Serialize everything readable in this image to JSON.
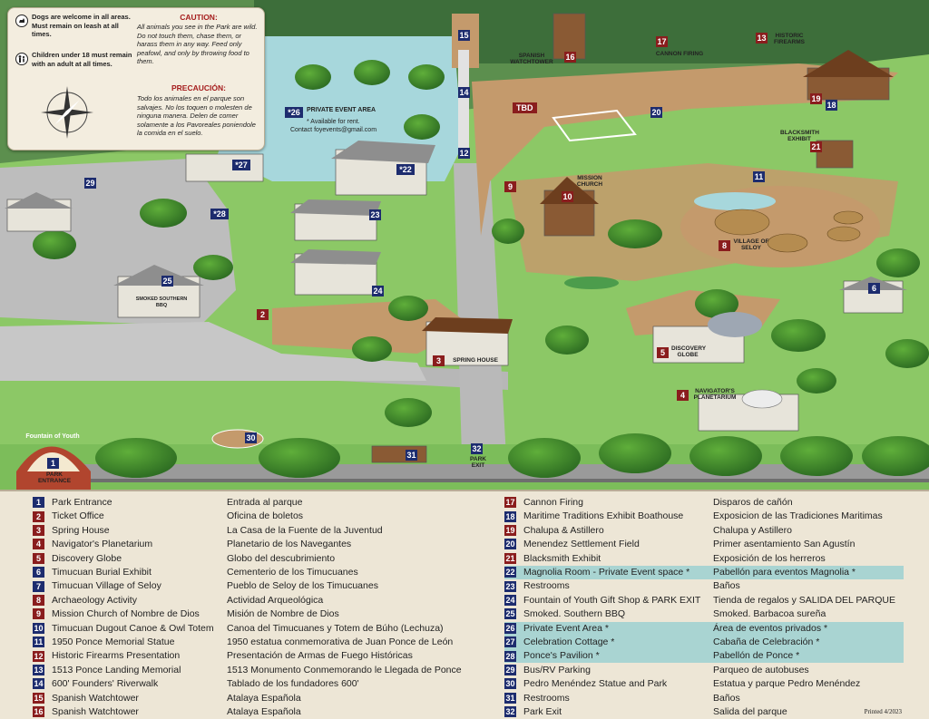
{
  "colors": {
    "grass": "#7cbd5a",
    "water": "#a7d7dc",
    "path": "#c49a6c",
    "road": "#b7b7b7",
    "blue_badge": "#1d2c6e",
    "red_badge": "#8a1d1d",
    "highlight": "#a9d4d2"
  },
  "info": {
    "dogs": "Dogs are welcome in all areas. Must remain on leash at all times.",
    "children": "Children under 18 must remain with an adult at all times.",
    "caution_title": "CAUTION:",
    "caution_text": "All animals you see in the Park are wild. Do not touch them, chase them, or harass them in any way. Feed only peafowl, and only by throwing food to them.",
    "precaucion_title": "PRECAUCIÓN:",
    "precaucion_text": "Todo los animales en el parque son salvajes. No los toquen o molesten de ninguna manera. Delen de comer solamente a los Pavoreales poniendole la comida en el suelo.",
    "dog_icon": "dog-icon",
    "child_icon": "child-icon",
    "compass": "compass-rose-icon"
  },
  "map_labels": {
    "private_event": "PRIVATE EVENT AREA",
    "available": "* Available for rent.",
    "contact": "Contact foyevents@gmail.com",
    "tbd": "TBD",
    "spanish_watchtower": "SPANISH WATCHTOWER",
    "cannon_firing": "CANNON FIRING",
    "historic_firearms": "HISTORIC FIREARMS",
    "blacksmith": "BLACKSMITH EXHIBIT",
    "mission_church": "MISSION CHURCH",
    "village": "VILLAGE OF SELOY",
    "discovery_globe": "DISCOVERY GLOBE",
    "planetarium": "NAVIGATOR'S PLANETARIUM",
    "spring_house": "SPRING HOUSE",
    "park_entrance": "PARK ENTRANCE",
    "park_exit": "PARK EXIT",
    "fountain_sign": "Fountain of Youth",
    "bbq_sign": "SMOKED Southern BBQ"
  },
  "pins": [
    {
      "n": "1",
      "c": "blue"
    },
    {
      "n": "2",
      "c": "red"
    },
    {
      "n": "3",
      "c": "red"
    },
    {
      "n": "4",
      "c": "red"
    },
    {
      "n": "5",
      "c": "red"
    },
    {
      "n": "6",
      "c": "blue"
    },
    {
      "n": "8",
      "c": "red"
    },
    {
      "n": "9",
      "c": "red"
    },
    {
      "n": "10",
      "c": "red"
    },
    {
      "n": "11",
      "c": "blue"
    },
    {
      "n": "12",
      "c": "blue"
    },
    {
      "n": "13",
      "c": "red"
    },
    {
      "n": "14",
      "c": "blue"
    },
    {
      "n": "15",
      "c": "blue"
    },
    {
      "n": "16",
      "c": "red"
    },
    {
      "n": "17",
      "c": "red"
    },
    {
      "n": "18",
      "c": "blue"
    },
    {
      "n": "19",
      "c": "red"
    },
    {
      "n": "20",
      "c": "blue"
    },
    {
      "n": "21",
      "c": "red"
    },
    {
      "n": "*22",
      "c": "blue"
    },
    {
      "n": "23",
      "c": "blue"
    },
    {
      "n": "24",
      "c": "blue"
    },
    {
      "n": "25",
      "c": "blue"
    },
    {
      "n": "*26",
      "c": "blue"
    },
    {
      "n": "*27",
      "c": "blue"
    },
    {
      "n": "*28",
      "c": "blue"
    },
    {
      "n": "29",
      "c": "blue"
    },
    {
      "n": "30",
      "c": "blue"
    },
    {
      "n": "31",
      "c": "blue"
    },
    {
      "n": "32",
      "c": "blue"
    }
  ],
  "legend_left": [
    {
      "n": "1",
      "c": "blue",
      "en": "Park Entrance",
      "es": "Entrada al parque"
    },
    {
      "n": "2",
      "c": "red",
      "en": "Ticket Office",
      "es": "Oficina de boletos"
    },
    {
      "n": "3",
      "c": "red",
      "en": "Spring House",
      "es": "La Casa de la Fuente de la Juventud"
    },
    {
      "n": "4",
      "c": "red",
      "en": "Navigator's Planetarium",
      "es": "Planetario de los Navegantes"
    },
    {
      "n": "5",
      "c": "red",
      "en": "Discovery Globe",
      "es": "Globo del descubrimiento"
    },
    {
      "n": "6",
      "c": "blue",
      "en": "Timucuan Burial Exhibit",
      "es": "Cementerio de los Timucuanes"
    },
    {
      "n": "7",
      "c": "blue",
      "en": "Timucuan Village of Seloy",
      "es": "Pueblo de Seloy de los Timucuanes"
    },
    {
      "n": "8",
      "c": "red",
      "en": "Archaeology Activity",
      "es": "Actividad Arqueológica"
    },
    {
      "n": "9",
      "c": "red",
      "en": "Mission Church of Nombre de Dios",
      "es": "Misión de Nombre de Dios"
    },
    {
      "n": "10",
      "c": "blue",
      "en": "Timucuan Dugout Canoe & Owl Totem",
      "es": "Canoa del Timucuanes y Totem de Búho (Lechuza)"
    },
    {
      "n": "11",
      "c": "blue",
      "en": "1950 Ponce Memorial Statue",
      "es": "1950 estatua conmemorativa de Juan Ponce de León"
    },
    {
      "n": "12",
      "c": "red",
      "en": "Historic Firearms Presentation",
      "es": "Presentación de Armas de Fuego Históricas"
    },
    {
      "n": "13",
      "c": "blue",
      "en": "1513 Ponce Landing Memorial",
      "es": "1513 Monumento Conmemorando le Llegada de Ponce"
    },
    {
      "n": "14",
      "c": "blue",
      "en": "600' Founders' Riverwalk",
      "es": "Tablado de los fundadores 600'"
    },
    {
      "n": "15",
      "c": "red",
      "en": "Spanish Watchtower",
      "es": "Atalaya Española"
    }
  ],
  "legend_right": [
    {
      "n": "17",
      "c": "red",
      "en": "Cannon Firing",
      "es": "Disparos de cañón",
      "hl": false
    },
    {
      "n": "18",
      "c": "blue",
      "en": "Maritime Traditions Exhibit Boathouse",
      "es": "Exposicion de las Tradiciones Maritimas",
      "hl": false
    },
    {
      "n": "19",
      "c": "red",
      "en": "Chalupa & Astillero",
      "es": "Chalupa y Astillero",
      "hl": false
    },
    {
      "n": "20",
      "c": "blue",
      "en": "Menendez Settlement Field",
      "es": "Primer asentamiento San Agustín",
      "hl": false
    },
    {
      "n": "21",
      "c": "red",
      "en": "Blacksmith Exhibit",
      "es": "Exposición de los herreros",
      "hl": false
    },
    {
      "n": "22",
      "c": "blue",
      "en": "Magnolia Room - Private Event space *",
      "es": "Pabellón para eventos Magnolia *",
      "hl": true
    },
    {
      "n": "23",
      "c": "blue",
      "en": "Restrooms",
      "es": "Baños",
      "hl": false
    },
    {
      "n": "24",
      "c": "blue",
      "en": "Fountain of Youth Gift Shop & PARK EXIT",
      "es": "Tienda de regalos y SALIDA DEL PARQUE",
      "hl": false
    },
    {
      "n": "25",
      "c": "blue",
      "en": "Smoked. Southern BBQ",
      "es": "Smoked. Barbacoa sureña",
      "hl": false
    },
    {
      "n": "26",
      "c": "blue",
      "en": "Private Event Area *",
      "es": "Área de eventos privados *",
      "hl": true
    },
    {
      "n": "27",
      "c": "blue",
      "en": "Celebration Cottage *",
      "es": "Cabaña de Celebración *",
      "hl": true
    },
    {
      "n": "28",
      "c": "blue",
      "en": "Ponce's Pavilion *",
      "es": "Pabellón de Ponce *",
      "hl": true
    },
    {
      "n": "29",
      "c": "blue",
      "en": "Bus/RV Parking",
      "es": "Parqueo de autobuses",
      "hl": false
    },
    {
      "n": "30",
      "c": "blue",
      "en": "Pedro Menéndez Statue and Park",
      "es": "Estatua y parque Pedro Menéndez",
      "hl": false
    },
    {
      "n": "31",
      "c": "blue",
      "en": "Restrooms",
      "es": "Baños",
      "hl": false
    },
    {
      "n": "32",
      "c": "blue",
      "en": "Park Exit",
      "es": "Salida del parque",
      "hl": false
    }
  ],
  "legend_left_extra": {
    "n": "16",
    "c": "red",
    "en": "Spanish Watchtower",
    "es": "Atalaya Española"
  },
  "printed": "Printed 4/2023"
}
